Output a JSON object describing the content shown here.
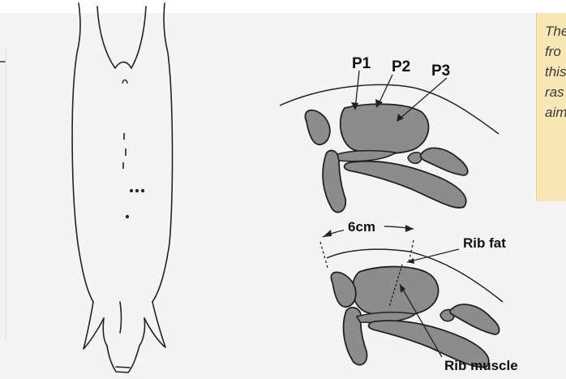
{
  "figure": {
    "points": [
      "P1",
      "P2",
      "P3"
    ],
    "measure_distance": "6cm",
    "rib_fat_label": "Rib fat",
    "rib_muscle_label": "Rib muscle"
  },
  "caption": {
    "lines": [
      "The",
      "fro",
      "this",
      "ras",
      "aim"
    ]
  },
  "colors": {
    "background": "#f4f4f4",
    "muscle_fill": "#8c8c8c",
    "caption_bg": "#f9e8b6"
  }
}
